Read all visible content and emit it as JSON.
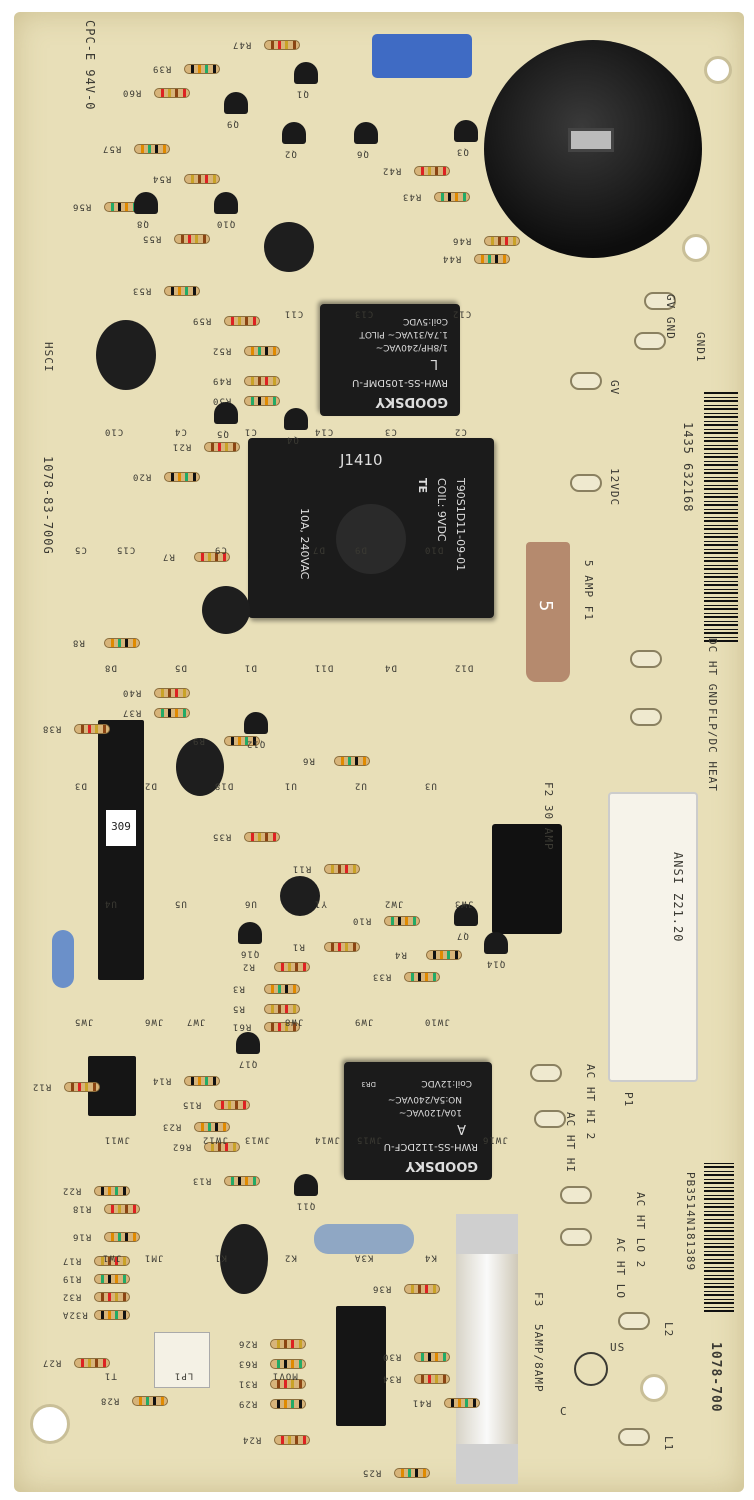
{
  "board": {
    "part_number": "1078-700",
    "serial": "PB3514N181389",
    "barcode_number": "1435 632168",
    "assembly": "1078-83-700G",
    "maker": "HSCI",
    "rating": "CPC-E 94V-0",
    "standard": "ANSI Z21.20",
    "fuse_rating": "5AMP/8AMP",
    "cert": [
      "C",
      "US"
    ],
    "chip_label": "309",
    "colors": {
      "board": "#e8dfb8",
      "component": "#1b1b1b",
      "blade_fuse": "#b58a6e",
      "capacitor_blue": "#3f6bc4"
    }
  },
  "relays": {
    "k4": {
      "model": "J1410",
      "part": "T90S1D11-09-01",
      "coil": "COIL: 9VDC",
      "rating": "10A, 240VAC",
      "brand": "TE"
    },
    "k1": {
      "brand": "GOODSKY",
      "part": "RWH-SS-105DMF-U",
      "grade": "L",
      "coil": "Coil:5VDC",
      "line1": "1.7A/31VAC~ PILOT",
      "line2": "1/8HP/240VAC~"
    },
    "k2": {
      "brand": "GOODSKY",
      "part": "RWH-SS-112DCF-U",
      "grade": "A",
      "coil": "Coil:12VDC",
      "line1": "10A/120VAC~",
      "line2": "NO:5A/240VAC~",
      "code": "DR3"
    }
  },
  "terminals": [
    "GV GND",
    "GND1",
    "GV",
    "12VDC",
    "DC HT GND",
    "FLP/DC HEAT",
    "AC HT HI 2",
    "AC HT HI",
    "AC HT LO 2",
    "AC HT LO",
    "L2",
    "L1",
    "P1"
  ],
  "fuses": {
    "f1": "5 AMP F1",
    "f1_cap": "5",
    "f2": "F2 30 AMP",
    "f3": "F3"
  },
  "refs": [
    "R47",
    "R39",
    "R60",
    "R57",
    "R54",
    "R56",
    "R55",
    "R53",
    "R59",
    "R52",
    "R49",
    "R50",
    "R21",
    "R20",
    "R7",
    "R8",
    "R40",
    "R37",
    "R38",
    "R9",
    "R35",
    "R6",
    "R11",
    "R10",
    "R1",
    "R4",
    "R2",
    "R3",
    "R5",
    "R33",
    "R61",
    "R14",
    "R15",
    "R23",
    "R62",
    "R13",
    "R12",
    "R22",
    "R18",
    "R16",
    "R17",
    "R19",
    "R32",
    "R32A",
    "R27",
    "R28",
    "R26",
    "R63",
    "R31",
    "R29",
    "R24",
    "R25",
    "R36",
    "R30",
    "R34",
    "R41",
    "R42",
    "R44",
    "R46",
    "R43"
  ],
  "misc_refs": [
    "Q1",
    "Q9",
    "Q2",
    "Q3",
    "Q6",
    "Q10",
    "Q8",
    "Q5",
    "Q4",
    "Q12",
    "Q16",
    "Q7",
    "Q14",
    "Q17",
    "Q11",
    "C11",
    "C13",
    "C12",
    "C10",
    "C4",
    "C1",
    "C14",
    "C3",
    "C2",
    "C5",
    "C15",
    "C9",
    "D7",
    "D9",
    "D10",
    "D8",
    "D5",
    "D1",
    "D11",
    "D4",
    "D12",
    "D3",
    "D2",
    "D18",
    "U1",
    "U2",
    "U3",
    "U4",
    "U5",
    "U6",
    "Y1",
    "JW2",
    "JW3",
    "JW5",
    "JW6",
    "JW7",
    "JW8",
    "JW9",
    "JW10",
    "JW11",
    "JW12",
    "JW13",
    "JW14",
    "JW15",
    "JW16",
    "JW1",
    "JM1",
    "K1",
    "K2",
    "K3A",
    "K4",
    "T1",
    "LP1",
    "MOV1"
  ]
}
